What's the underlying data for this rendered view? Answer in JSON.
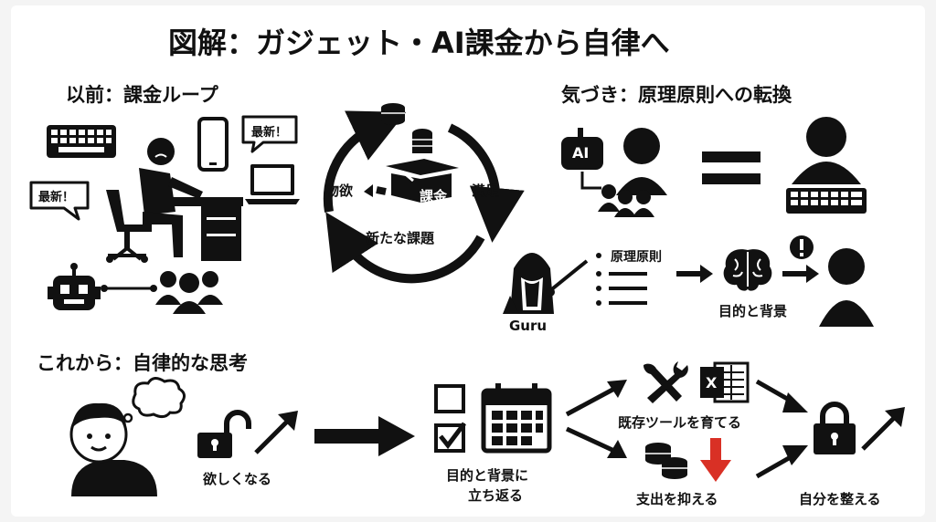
{
  "title": "図解：ガジェット・AI課金から自律へ",
  "before": {
    "heading": "以前：課金ループ",
    "bubble_left": "最新！",
    "bubble_right": "最新！",
    "cycle": {
      "left": "物欲",
      "center": "課金",
      "right": "満足",
      "bottom": "新たな課題"
    }
  },
  "awareness": {
    "heading": "気づき：原理原則への転換",
    "ai_badge": "AI",
    "principles": "原理原則",
    "guru": "Guru",
    "purpose": "目的と背景"
  },
  "future": {
    "heading": "これから：自律的な思考",
    "want": "欲しくなる",
    "return": "目的と背景に\n立ち返る",
    "return_line1": "目的と背景に",
    "return_line2": "立ち返る",
    "tools": "既存ツールを育てる",
    "excel_letter": "X",
    "spending": "支出を抑える",
    "self": "自分を整える"
  },
  "colors": {
    "ink": "#111111",
    "accent_red": "#d93025",
    "bg": "#ffffff"
  }
}
